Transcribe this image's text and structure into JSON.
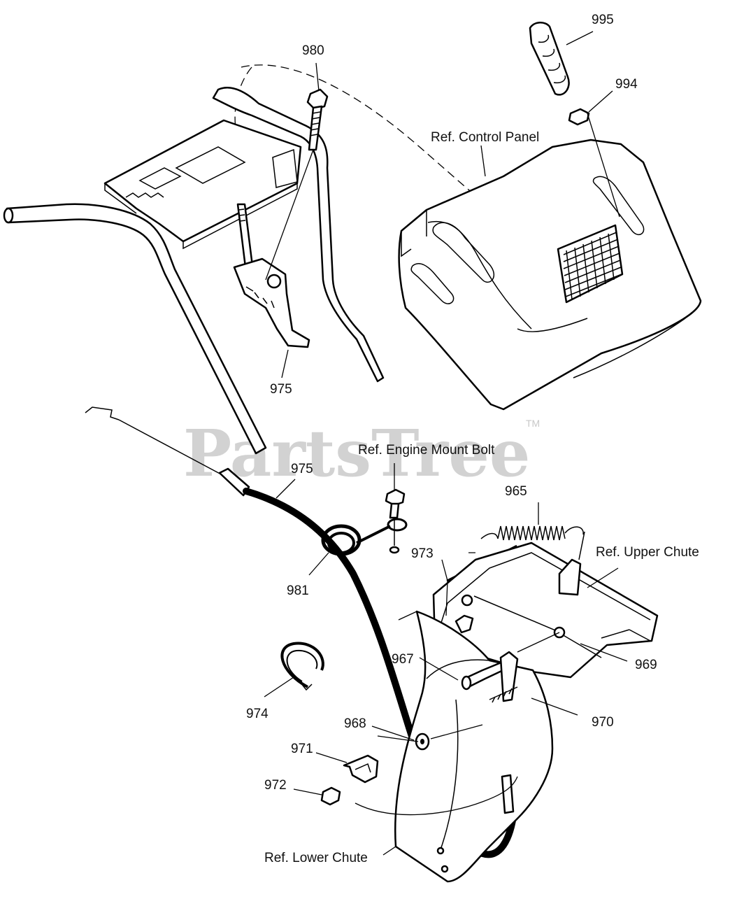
{
  "watermark": {
    "text": "PartsTree",
    "trademark": "TM"
  },
  "callouts": {
    "p995": "995",
    "p994": "994",
    "p980": "980",
    "p975_top": "975",
    "p975_cable": "975",
    "p965": "965",
    "p973": "973",
    "p981": "981",
    "p967": "967",
    "p969": "969",
    "p974": "974",
    "p968": "968",
    "p970": "970",
    "p971": "971",
    "p972": "972"
  },
  "references": {
    "control_panel": "Ref. Control Panel",
    "engine_mount_bolt": "Ref. Engine Mount Bolt",
    "upper_chute": "Ref. Upper Chute",
    "lower_chute": "Ref. Lower Chute"
  }
}
